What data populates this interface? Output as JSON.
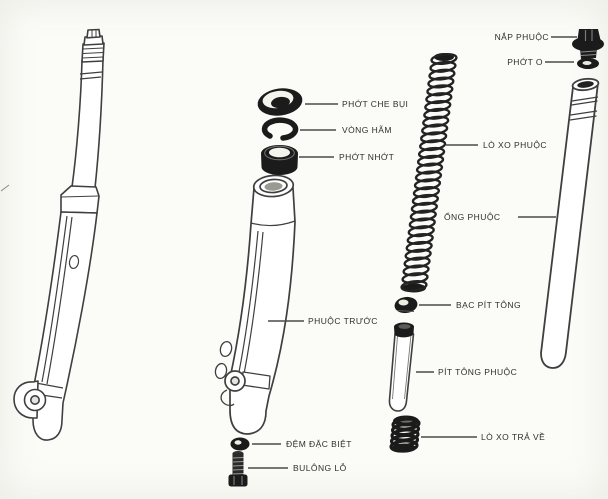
{
  "diagram": {
    "description": "Exploded parts diagram of a motorcycle front fork (phuộc trước) with Vietnamese part labels",
    "background_color": "#fbfbf7",
    "line_color": "#3f3f3f",
    "dark_part_color": "#1b1b1b",
    "labels": {
      "nap_phuoc": "NẮP PHUỘC",
      "phot_o": "PHỚT O",
      "phot_che_bui": "PHỚT CHE BỤI",
      "vong_ham": "VÒNG HÃM",
      "phot_nhot": "PHỚT NHỚT",
      "lo_xo_phuoc": "LÒ XO PHUỘC",
      "ong_phuoc": "ỐNG PHUỘC",
      "bac_pit_tong": "BẠC PÍT TÔNG",
      "phuoc_truoc": "PHUỘC TRƯỚC",
      "pit_tong_phuoc": "PÍT TÔNG PHUỘC",
      "lo_xo_tra_ve": "LÒ XO TRẢ VỀ",
      "dem_dac_biet": "ĐỆM ĐẶC BIỆT",
      "bulong_lo": "BULÔNG LỖ"
    }
  }
}
